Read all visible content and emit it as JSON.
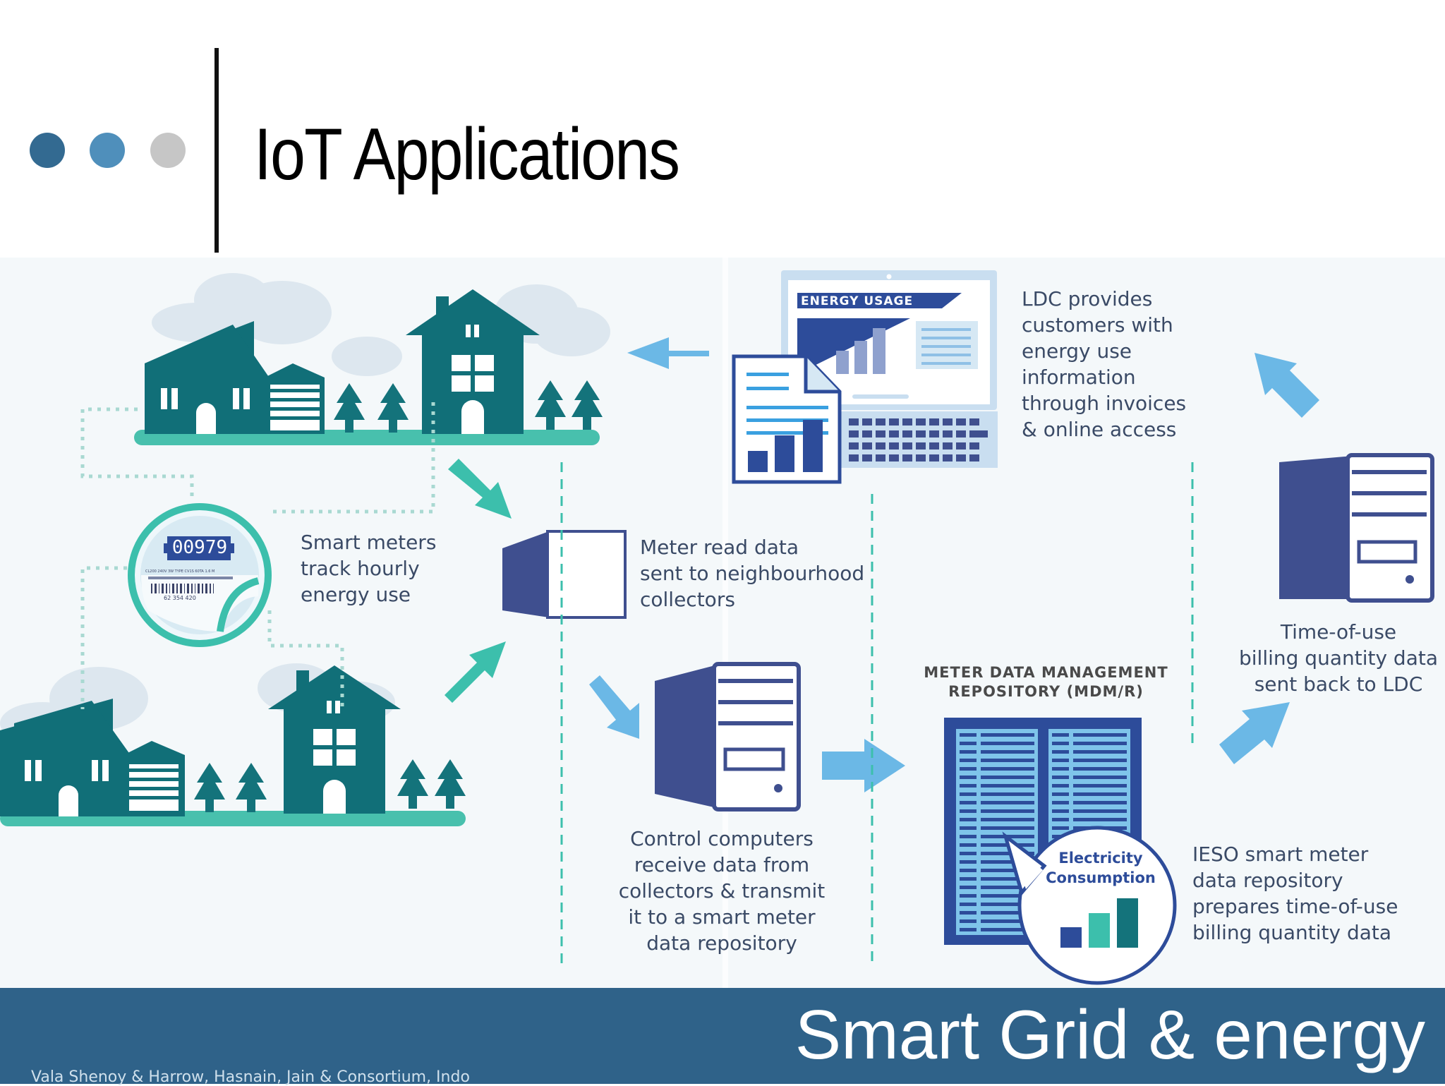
{
  "slide": {
    "title": "IoT Applications",
    "footer_title": "Smart Grid & energy",
    "footer_credit": "Vala Shenoy & Harrow, Hasnain, Jain & Consortium, Indo"
  },
  "colors": {
    "dot_1": "#336a91",
    "dot_2": "#4f8fbb",
    "dot_3": "#c6c6c6",
    "footer": "#2f6289",
    "house": "#116f78",
    "ground": "#48c0ad",
    "tree": "#14737b",
    "navy": "#3f4f8f",
    "arrow_light": "#6bb8e6",
    "arrow_teal": "#3cbfac",
    "text": "#3a4a66"
  },
  "diagram": {
    "meter": {
      "reading": "00979",
      "serial": "62 354 420",
      "fine_print": "CL200 240V 3W TYPE CV1S 60TA 1.6 M"
    },
    "notes": {
      "smart_meters": "Smart meters\ntrack hourly\nenergy use",
      "meter_read": "Meter read data\nsent to neighbourhood\ncollectors",
      "control": "Control computers\nreceive data from\ncollectors & transmit\nit to a smart meter\ndata repository",
      "ldc": "LDC provides\ncustomers with\nenergy use\ninformation\nthrough invoices\n& online access",
      "time_of_use": "Time-of-use\nbilling quantity data\nsent back to LDC",
      "ieso": "IESO smart meter\ndata repository\nprepares time-of-use\nbilling quantity data"
    },
    "screen_label": "ENERGY USAGE",
    "mdm_heading": "METER DATA MANAGEMENT\nREPOSITORY (MDM/R)",
    "bubble_label": "Electricity\nConsumption",
    "icons": [
      "house-icon",
      "cloud-icon",
      "tree-icon",
      "smart-meter-icon",
      "collector-icon",
      "server-icon",
      "laptop-icon",
      "invoice-icon",
      "database-icon",
      "arrow-icon"
    ]
  }
}
